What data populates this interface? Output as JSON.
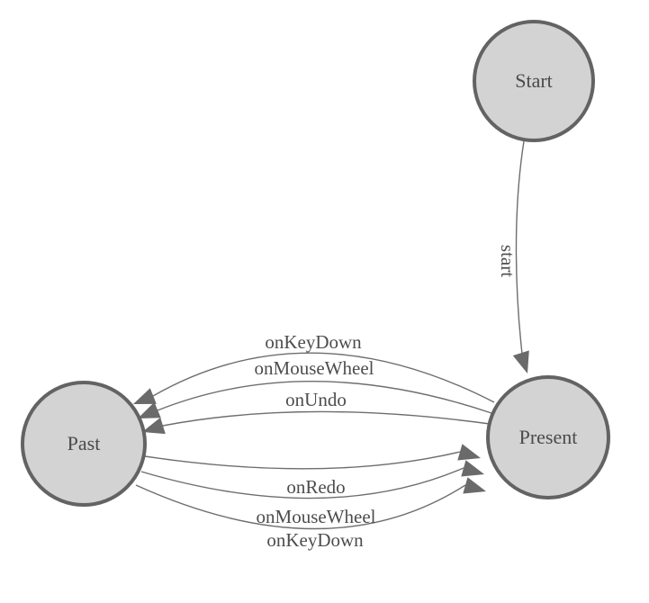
{
  "diagram": {
    "kind": "finite-state-machine",
    "style": {
      "background": "#ffffff",
      "node_fill": "#d3d3d3",
      "node_stroke": "#636363",
      "edge_color": "#6e6e6e",
      "arrow_fill": "#6a6a6a",
      "node_label_color": "#4a4a4e",
      "edge_label_color": "#4d4d50"
    },
    "nodes": [
      {
        "id": "start",
        "label": "Start"
      },
      {
        "id": "present",
        "label": "Present"
      },
      {
        "id": "past",
        "label": "Past"
      }
    ],
    "edges": [
      {
        "from": "start",
        "to": "present",
        "label": "start",
        "label_rotation_deg": 90
      },
      {
        "from": "present",
        "to": "past",
        "label": "onKeyDown"
      },
      {
        "from": "present",
        "to": "past",
        "label": "onMouseWheel"
      },
      {
        "from": "present",
        "to": "past",
        "label": "onUndo"
      },
      {
        "from": "past",
        "to": "present",
        "label": "onRedo"
      },
      {
        "from": "past",
        "to": "present",
        "label": "onMouseWheel"
      },
      {
        "from": "past",
        "to": "present",
        "label": "onKeyDown"
      }
    ]
  }
}
